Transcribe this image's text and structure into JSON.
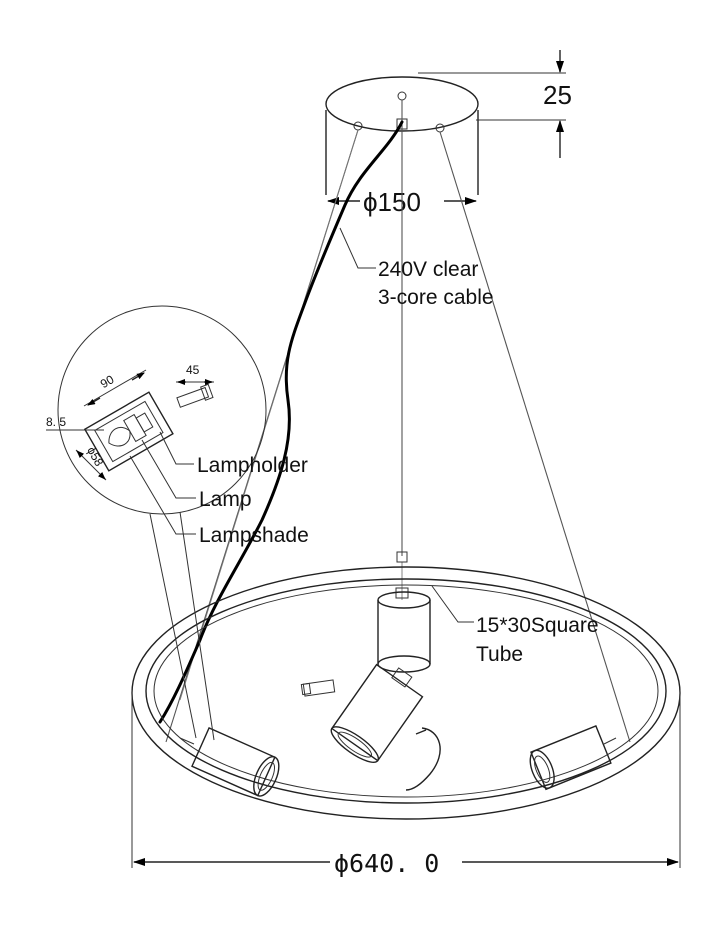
{
  "dimensions": {
    "canopy_height": "25",
    "canopy_diameter": "ϕ150",
    "ring_diameter": "ϕ640. 0",
    "detail_width": "90",
    "detail_depth": "45",
    "detail_offset": "8. 5",
    "detail_diameter": "ϕ58"
  },
  "labels": {
    "cable_line1": "240V clear",
    "cable_line2": "3-core cable",
    "tube_line1": "15*30Square",
    "tube_line2": "Tube",
    "lampholder": "Lampholder",
    "lamp": "Lamp",
    "lampshade": "Lampshade"
  },
  "colors": {
    "line": "#333333",
    "cable": "#000000",
    "background": "#ffffff"
  }
}
